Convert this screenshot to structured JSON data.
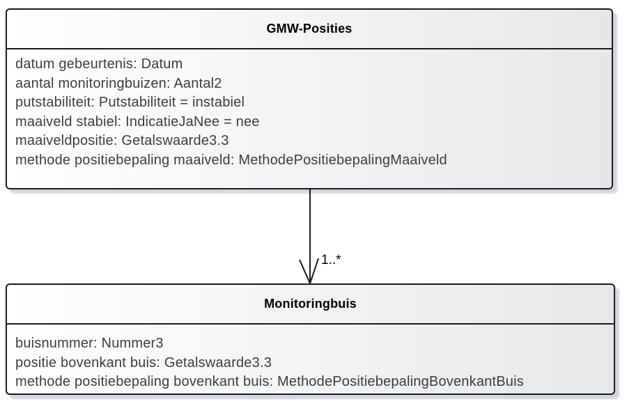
{
  "diagram": {
    "classes": [
      {
        "name": "GMW-Posities",
        "attributes": [
          "datum gebeurtenis: Datum",
          "aantal monitoringbuizen: Aantal2",
          "putstabiliteit: Putstabiliteit = instabiel",
          "maaiveld stabiel: IndicatieJaNee = nee",
          "maaiveldpositie: Getalswaarde3.3",
          "methode positiebepaling maaiveld: MethodePositiebepalingMaaiveld"
        ]
      },
      {
        "name": "Monitoringbuis",
        "attributes": [
          "buisnummer: Nummer3",
          "positie bovenkant buis: Getalswaarde3.3",
          "methode positiebepaling bovenkant buis: MethodePositiebepalingBovenkantBuis"
        ]
      }
    ],
    "association": {
      "multiplicity": "1..*"
    }
  },
  "colors": {
    "box_border": "#1a1a1a",
    "box_fill_start": "#ffffff",
    "box_fill_end": "#e6e7e9",
    "shadow": "#d3d7e0",
    "title_text": "#000000",
    "attribute_text": "#3d3d3d"
  }
}
